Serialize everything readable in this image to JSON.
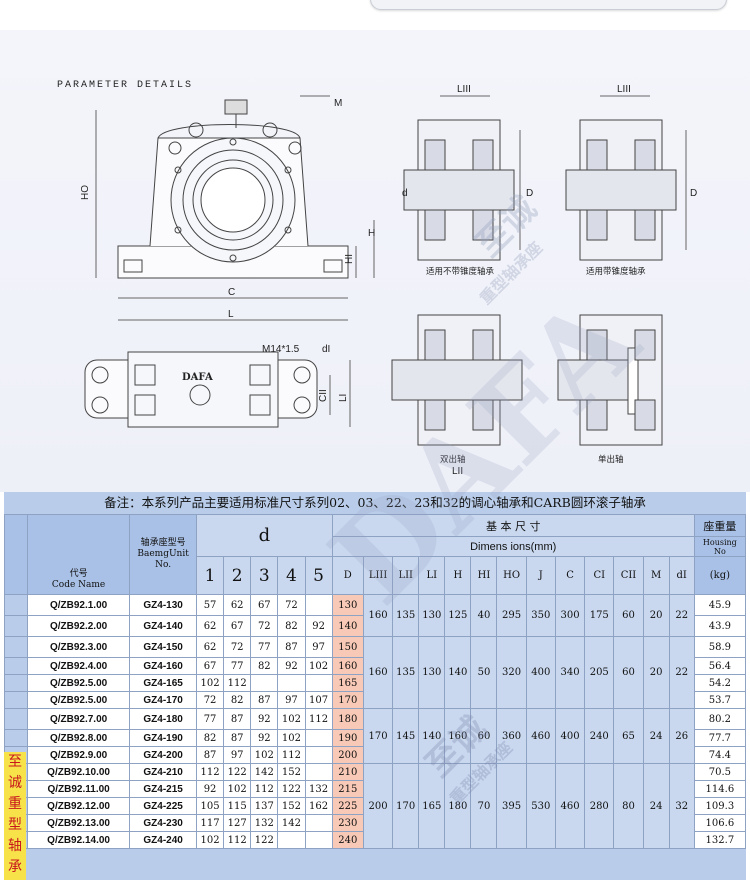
{
  "drawing": {
    "title": "PARAMETER DETAILS",
    "dims_front": [
      "HO",
      "H",
      "HI",
      "C",
      "L",
      "M"
    ],
    "dims_plan": [
      "M14*1.5",
      "dI",
      "CII",
      "LI",
      "DAFA"
    ],
    "dims_sections": [
      "LIII",
      "LII",
      "d",
      "D"
    ],
    "captions": [
      "适用不带锥度轴承",
      "适用带锥度轴承",
      "双出轴",
      "单出轴"
    ]
  },
  "table": {
    "note": "备注：本系列产品主要适用标准尺寸系列02、03、22、23和32的调心轴承和CARB圆环滚子轴承",
    "hdr_code_cn": "代号",
    "hdr_code_en": "Code  Name",
    "hdr_unit_cn": "轴承座型号",
    "hdr_unit_en1": "BaemgUnit",
    "hdr_unit_en2": "No.",
    "hdr_d": "d",
    "d_subs": [
      "1",
      "2",
      "3",
      "4",
      "5"
    ],
    "hdr_basic": "基  本  尺  寸",
    "hdr_dimens": "Dimens ions(mm)",
    "dim_cols": [
      "D",
      "LIII",
      "LII",
      "LI",
      "H",
      "HI",
      "HO",
      "J",
      "C",
      "CI",
      "CII",
      "M",
      "dI"
    ],
    "hdr_weight_cn": "座重量",
    "hdr_weight_en1": "Housing",
    "hdr_weight_en2": "No",
    "hdr_weight_unit": "(kg)",
    "rows": [
      {
        "code": "Q/ZB92.1.00",
        "unit": "GZ4-130",
        "d": [
          "57",
          "62",
          "67",
          "72",
          ""
        ],
        "D": "130",
        "w": "45.9"
      },
      {
        "code": "Q/ZB92.2.00",
        "unit": "GZ4-140",
        "d": [
          "62",
          "67",
          "72",
          "82",
          "92"
        ],
        "D": "140",
        "w": "43.9"
      },
      {
        "code": "Q/ZB92.3.00",
        "unit": "GZ4-150",
        "d": [
          "62",
          "72",
          "77",
          "87",
          "97"
        ],
        "D": "150",
        "w": "58.9"
      },
      {
        "code": "Q/ZB92.4.00",
        "unit": "GZ4-160",
        "d": [
          "67",
          "77",
          "82",
          "92",
          "102"
        ],
        "D": "160",
        "w": "56.4"
      },
      {
        "code": "Q/ZB92.5.00",
        "unit": "GZ4-165",
        "d": [
          "102",
          "112",
          "",
          "",
          ""
        ],
        "D": "165",
        "w": "54.2"
      },
      {
        "code": "Q/ZB92.5.00",
        "unit": "GZ4-170",
        "d": [
          "72",
          "82",
          "87",
          "97",
          "107"
        ],
        "D": "170",
        "w": "53.7"
      },
      {
        "code": "Q/ZB92.7.00",
        "unit": "GZ4-180",
        "d": [
          "77",
          "87",
          "92",
          "102",
          "112"
        ],
        "D": "180",
        "w": "80.2"
      },
      {
        "code": "Q/ZB92.8.00",
        "unit": "GZ4-190",
        "d": [
          "82",
          "87",
          "92",
          "102",
          ""
        ],
        "D": "190",
        "w": "77.7"
      },
      {
        "code": "Q/ZB92.9.00",
        "unit": "GZ4-200",
        "d": [
          "87",
          "97",
          "102",
          "112",
          ""
        ],
        "D": "200",
        "w": "74.4"
      },
      {
        "code": "Q/ZB92.10.00",
        "unit": "GZ4-210",
        "d": [
          "112",
          "122",
          "142",
          "152",
          ""
        ],
        "D": "210",
        "w": "70.5"
      },
      {
        "code": "Q/ZB92.11.00",
        "unit": "GZ4-215",
        "d": [
          "92",
          "102",
          "112",
          "122",
          "132"
        ],
        "D": "215",
        "w": "114.6"
      },
      {
        "code": "Q/ZB92.12.00",
        "unit": "GZ4-225",
        "d": [
          "105",
          "115",
          "137",
          "152",
          "162"
        ],
        "D": "225",
        "w": "109.3"
      },
      {
        "code": "Q/ZB92.13.00",
        "unit": "GZ4-230",
        "d": [
          "117",
          "127",
          "132",
          "142",
          ""
        ],
        "D": "230",
        "w": "106.6"
      },
      {
        "code": "Q/ZB92.14.00",
        "unit": "GZ4-240",
        "d": [
          "102",
          "112",
          "122",
          "",
          ""
        ],
        "D": "240",
        "w": "132.7"
      }
    ],
    "groups": [
      {
        "span": 2,
        "vals": [
          "160",
          "135",
          "130",
          "125",
          "40",
          "295",
          "350",
          "300",
          "175",
          "60",
          "20",
          "22"
        ]
      },
      {
        "span": 4,
        "vals": [
          "160",
          "135",
          "130",
          "140",
          "50",
          "320",
          "400",
          "340",
          "205",
          "60",
          "20",
          "22"
        ]
      },
      {
        "span": 3,
        "vals": [
          "170",
          "145",
          "140",
          "160",
          "60",
          "360",
          "460",
          "400",
          "240",
          "65",
          "24",
          "26"
        ]
      },
      {
        "span": 5,
        "vals": [
          "200",
          "170",
          "165",
          "180",
          "70",
          "395",
          "530",
          "460",
          "280",
          "80",
          "24",
          "32"
        ]
      }
    ]
  },
  "brand_vertical": [
    "至",
    "诚",
    "重",
    "型",
    "轴",
    "承"
  ],
  "watermarks": [
    "至诚",
    "重型轴承座",
    "DAFA"
  ]
}
